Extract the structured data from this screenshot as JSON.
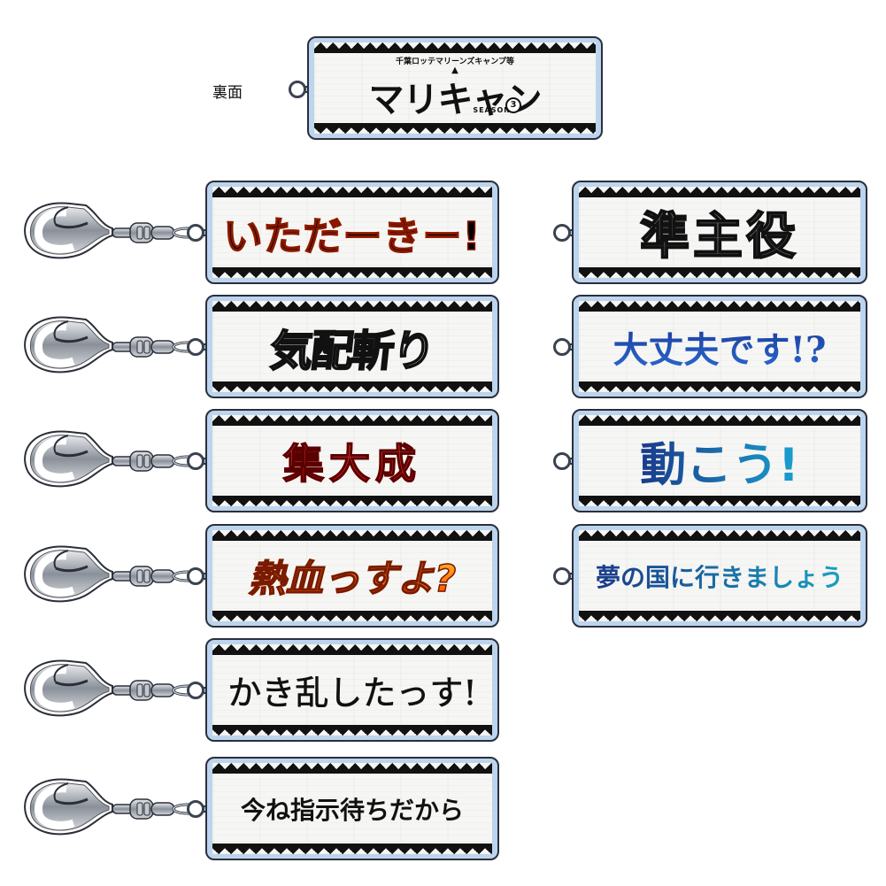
{
  "back_label": "裏面",
  "back_plate": {
    "subtitle": "千葉ロッテマリーンズキャンプ等",
    "tent_mark": "▲",
    "title": "マリキャン",
    "season": "SEASON",
    "season_number": "3"
  },
  "left_column": [
    {
      "text": "いただーきー!",
      "style": "orange-gradient"
    },
    {
      "text": "気配斬り",
      "style": "white-outline"
    },
    {
      "text": "集大成",
      "style": "red-gradient"
    },
    {
      "text": "熱血っすよ?",
      "style": "orange-gradient"
    },
    {
      "text": "かき乱したっす!",
      "style": "black-brush"
    },
    {
      "text": "今ね指示待ちだから",
      "style": "black"
    }
  ],
  "right_column": [
    {
      "text": "準主役",
      "style": "silver"
    },
    {
      "text": "大丈夫です!?",
      "style": "blue-gradient"
    },
    {
      "text": "動こう!",
      "style": "blue-gradient"
    },
    {
      "text": "夢の国に行きましょう",
      "style": "blue-gradient"
    }
  ],
  "colors": {
    "plate_rim": "#bcd4ee",
    "plate_outline": "#2a2f3a",
    "zigzag": "#111111",
    "metal": "#9aa0a8"
  },
  "icons": {
    "clip": "carabiner-clip-icon",
    "swivel": "swivel-chain-icon"
  }
}
